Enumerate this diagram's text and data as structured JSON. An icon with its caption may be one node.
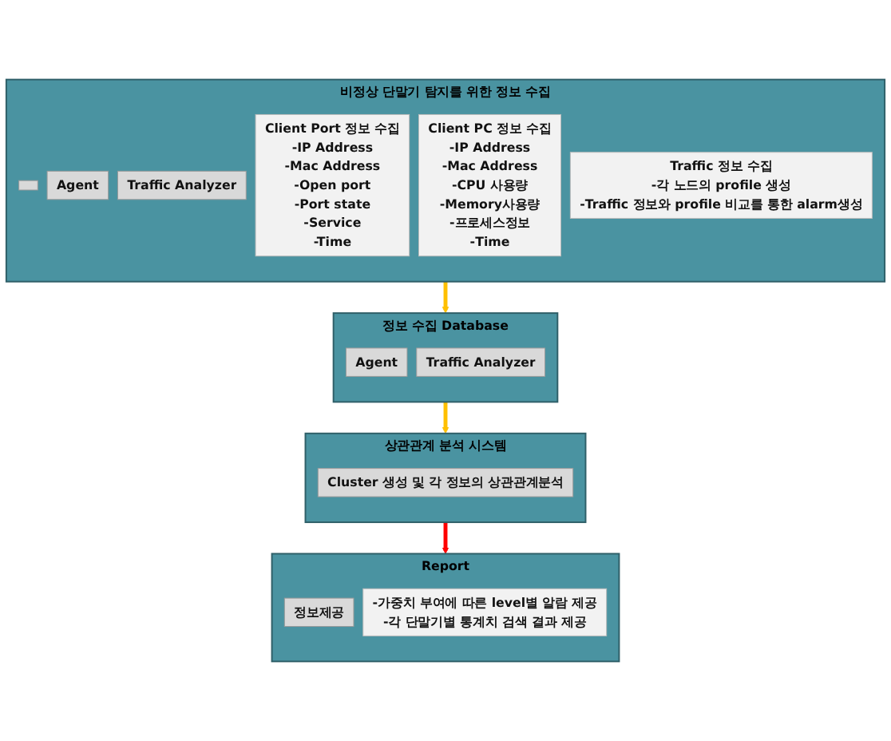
{
  "diagram": {
    "nodes": [
      {
        "text": [
          "비정상 단말기 탐지를 위한 정보 수집"
        ]
      },
      {
        "text": [],
        "shape": "box",
        "in": 0
      },
      {
        "text": [
          "Agent"
        ],
        "in": 0
      },
      {
        "text": [
          "Traffic Analyzer"
        ],
        "in": 0
      },
      {
        "text": [
          "Client Port 정보 수집",
          "-IP Address",
          "-Mac Address",
          "-Open port",
          "-Port state",
          "-Service",
          "-Time"
        ],
        "in": 0
      },
      {
        "text": [
          "Client PC 정보 수집",
          "-IP Address",
          "-Mac Address",
          "-CPU 사용량",
          "-Memory사용량",
          "-프로세스정보",
          "-Time"
        ],
        "in": 0
      },
      {
        "text": [
          "Traffic 정보 수집",
          "-각 노드의 profile 생성",
          "-Traffic 정보와 profile 비교를 통한 alarm생성"
        ],
        "in": 0
      },
      {
        "text": [
          "정보 수집 Database"
        ]
      },
      {
        "text": [
          "Agent"
        ],
        "in": 7
      },
      {
        "text": [
          "Traffic Analyzer"
        ],
        "in": 7
      },
      {
        "text": [
          "상관관계 분석 시스템"
        ]
      },
      {
        "text": [
          "Cluster 생성 및 각 정보의 상관관계분석"
        ],
        "in": 10
      },
      {
        "text": [
          "Report"
        ]
      },
      {
        "text": [
          "정보제공"
        ],
        "in": 12
      },
      {
        "text": [
          "-가중치 부여에 따른 level별 알람 제공",
          "-각 단말기별 통계치 검색 결과 제공"
        ],
        "in": 12
      }
    ],
    "edges": [
      {
        "from": 0,
        "to": 7,
        "arrow": "to"
      },
      {
        "from": 7,
        "to": 10,
        "arrow": "to"
      },
      {
        "from": 10,
        "to": 12,
        "arrow": "to",
        "color": "#ff0000"
      }
    ]
  }
}
